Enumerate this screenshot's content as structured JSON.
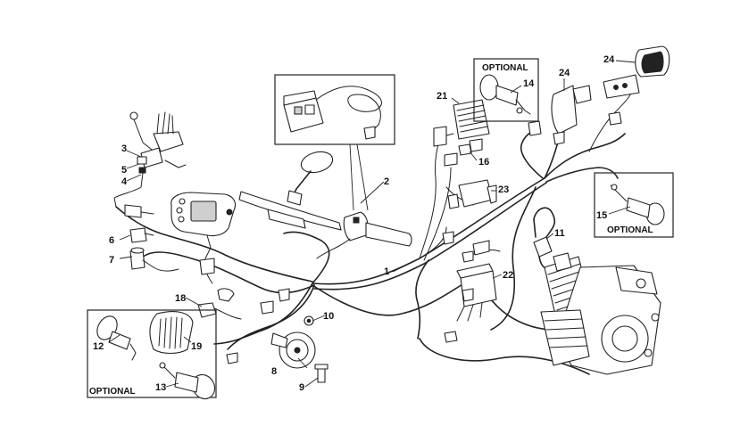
{
  "labels": {
    "l1": "1",
    "l2": "2",
    "l3": "3",
    "l4": "4",
    "l5": "5",
    "l6": "6",
    "l7": "7",
    "l8": "8",
    "l9": "9",
    "l10": "10",
    "l11": "11",
    "l12": "12",
    "l13": "13",
    "l14": "14",
    "l15": "15",
    "l16": "16",
    "l18": "18",
    "l19": "19",
    "l21": "21",
    "l22": "22",
    "l23": "23",
    "l24a": "24",
    "l24b": "24"
  },
  "optional_boxes": {
    "front_left": "OPTIONAL",
    "rear_top": "OPTIONAL",
    "rear_right": "OPTIONAL"
  }
}
